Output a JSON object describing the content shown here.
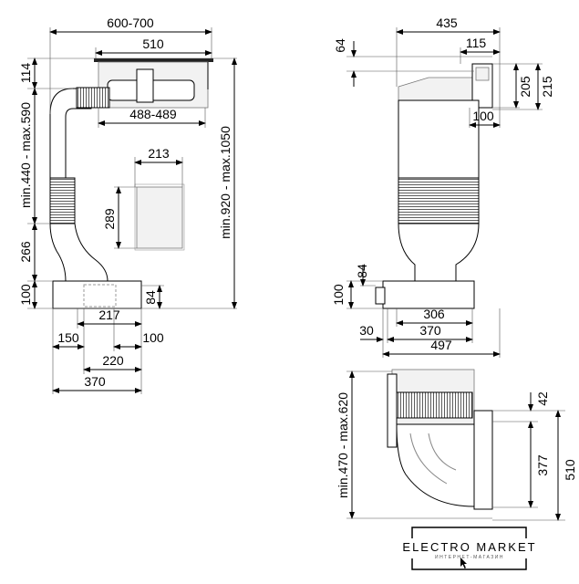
{
  "side_view": {
    "dims": {
      "overall_width": "600-700",
      "cooktop_width": "510",
      "cooktop_height": "114",
      "duct_height": "min.440 - max.590",
      "duct_lower": "266",
      "base_height": "100",
      "unit_width": "488-489",
      "motor_width": "213",
      "motor_height": "289",
      "total_height": "min.920 - max.1050",
      "base_inner": "84",
      "base_217": "217",
      "base_150": "150",
      "base_100": "100",
      "base_220": "220",
      "base_370": "370"
    }
  },
  "front_view": {
    "dims": {
      "width_435": "435",
      "width_115": "115",
      "height_64": "64",
      "height_205": "205",
      "height_215": "215",
      "width_100": "100",
      "base_84": "84",
      "base_100": "100",
      "base_306": "306",
      "base_370": "370",
      "offset_30": "30",
      "base_497": "497"
    }
  },
  "top_view": {
    "dims": {
      "depth_range": "min.470 - max.620",
      "offset_42": "42",
      "depth_377": "377",
      "depth_510": "510"
    }
  },
  "logo": {
    "name": "ELECTRO MARKET",
    "tagline": "ИНТЕРНЕТ-МАГАЗИН"
  }
}
